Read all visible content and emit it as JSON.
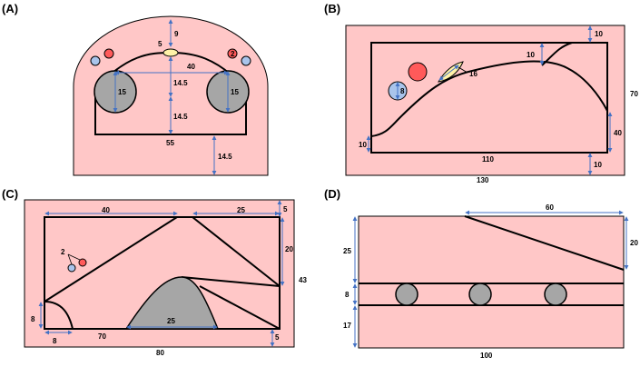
{
  "panels": {
    "a": {
      "label": "(A)",
      "dims": {
        "top": "9",
        "tumor": "5",
        "span": "40",
        "circle_left": "15",
        "circle_right": "15",
        "center_upper": "14.5",
        "center_lower": "14.5",
        "bottom_width": "55",
        "bottom_gap": "14.5",
        "small_circle": "2"
      }
    },
    "b": {
      "label": "(B)",
      "dims": {
        "top_right": "10",
        "inner_top": "10",
        "lesion": "16",
        "blue_circle": "8",
        "right_outer": "70",
        "right_inner": "40",
        "left_bottom": "10",
        "bottom_inner": "110",
        "bottom_gap": "10",
        "bottom_outer": "130"
      }
    },
    "c": {
      "label": "(C)",
      "dims": {
        "top_left": "40",
        "top_right": "25",
        "top_corner": "5",
        "right_inner": "20",
        "right_outer": "43",
        "circle_label": "2",
        "left_height": "8",
        "left_width": "8",
        "bottom_inner": "70",
        "gray_width": "25",
        "bottom_corner": "5",
        "bottom_outer": "80"
      }
    },
    "d": {
      "label": "(D)",
      "dims": {
        "top_width": "60",
        "right_height": "20",
        "left_upper": "25",
        "left_mid": "8",
        "left_lower": "17",
        "bottom_width": "100"
      }
    }
  },
  "colors": {
    "pink": "#ffc7c7",
    "gray": "#a6a6a6",
    "red": "#ff5a5a",
    "blue": "#a9c4eb",
    "yellow": "#fff2a8",
    "dimension_line": "#4472c4",
    "outline": "#000000"
  }
}
